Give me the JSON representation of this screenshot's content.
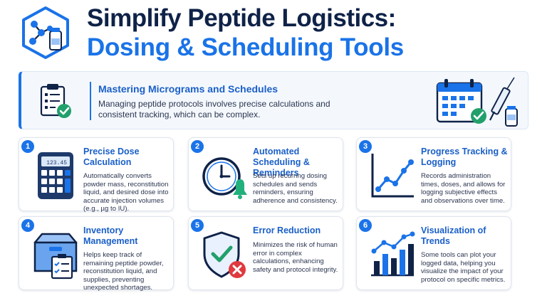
{
  "header": {
    "title_line1": "Simplify Peptide Logistics:",
    "title_line2": "Dosing & Scheduling Tools"
  },
  "banner": {
    "heading": "Mastering Micrograms and Schedules",
    "text": "Managing peptide protocols involves precise calculations and consistent tracking, which can be complex."
  },
  "cards": [
    {
      "number": "1",
      "title": "Precise Dose Calculation",
      "text": "Automatically converts powder mass, reconstitution liquid, and desired dose into accurate injection volumes (e.g., µg to IU).",
      "icon": "calculator-icon",
      "calculator_display": "123.45"
    },
    {
      "number": "2",
      "title": "Automated Scheduling & Reminders",
      "text": "Sets up recurring dosing schedules and sends reminders, ensuring adherence and consistency.",
      "icon": "clock-bell-icon"
    },
    {
      "number": "3",
      "title": "Progress Tracking & Logging",
      "text": "Records administration times, doses, and allows for logging subjective effects and observations over time.",
      "icon": "line-graph-icon"
    },
    {
      "number": "4",
      "title": "Inventory Management",
      "text": "Helps keep track of remaining peptide powder, reconstitution liquid, and supplies, preventing unexpected shortages.",
      "icon": "inventory-box-icon"
    },
    {
      "number": "5",
      "title": "Error Reduction",
      "text": "Minimizes the risk of human error in complex calculations, enhancing safety and protocol integrity.",
      "icon": "shield-check-icon"
    },
    {
      "number": "6",
      "title": "Visualization of Trends",
      "text": "Some tools can plot your logged data, helping you visualize the impact of your protocol on specific metrics.",
      "icon": "trend-chart-icon"
    }
  ],
  "colors": {
    "accent": "#1a73e8",
    "navy": "#0f2248",
    "success": "#22a06b",
    "error": "#e0393e",
    "bell": "#22b07d"
  }
}
